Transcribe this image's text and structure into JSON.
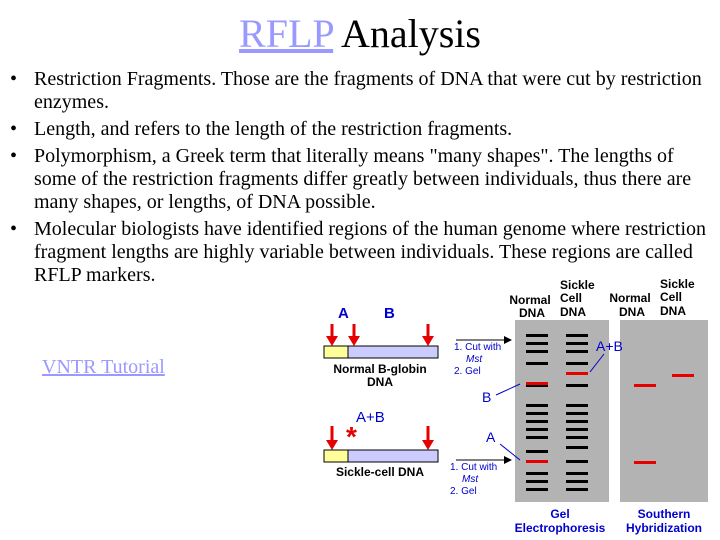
{
  "title": {
    "link_text": "RFLP",
    "rest": "Analysis"
  },
  "bullets": [
    "Restriction Fragments. Those are the fragments of DNA that were cut by restriction enzymes.",
    "Length, and refers to the length of the restriction fragments.",
    "Polymorphism, a Greek term that literally means \"many shapes\". The lengths of some of the restriction fragments differ greatly between individuals, thus there are many shapes, or lengths, of DNA possible.",
    "Molecular biologists have identified regions of the human genome where restriction fragment lengths are highly variable between individuals. These regions are called RFLP markers."
  ],
  "bullet_symbol": "•",
  "link": {
    "vntr": "VNTR Tutorial"
  },
  "diagram": {
    "site_a": "A",
    "site_b": "B",
    "normal_dna_label_1": "Normal B-globin",
    "normal_dna_label_2": "DNA",
    "sickle_sites_label": "A+B",
    "mutation_mark": "*",
    "sickle_dna_label": "Sickle-cell DNA",
    "cut_label_1": "1. Cut with",
    "cut_label_enzyme": "Mst",
    "cut_label_3": "2. Gel",
    "col_normal_1": "Normal",
    "col_normal_2": "DNA",
    "col_sickle_1": "Sickle",
    "col_sickle_2": "Cell",
    "col_sickle_3": "DNA",
    "band_a_plus_b": "A+B",
    "band_b": "B",
    "band_a": "A",
    "gel_label_1": "Gel",
    "gel_label_2": "Electrophoresis",
    "southern_label_1": "Southern",
    "southern_label_2": "Hybridization",
    "colors": {
      "blue": "#0000cc",
      "red": "#e60000",
      "gel": "#b3b3b3",
      "segment": "#ccccff",
      "yellow": "#ffff99",
      "link": "#9999ff"
    }
  }
}
